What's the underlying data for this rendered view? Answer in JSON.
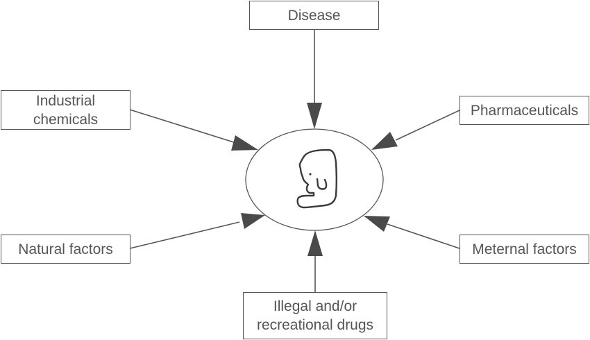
{
  "diagram": {
    "title": "Factors affecting the embryo",
    "center": {
      "label": "Embryo",
      "icon": "embryo-icon"
    },
    "colors": {
      "line": "#555555",
      "arrowhead": "#4a4a4a",
      "text": "#555555",
      "background": "#ffffff"
    },
    "nodes": [
      {
        "id": "disease",
        "lines": [
          "Disease"
        ]
      },
      {
        "id": "industrial-chemicals",
        "lines": [
          "Industrial",
          "chemicals"
        ]
      },
      {
        "id": "pharmaceuticals",
        "lines": [
          "Pharmaceuticals"
        ]
      },
      {
        "id": "natural-factors",
        "lines": [
          "Natural factors"
        ]
      },
      {
        "id": "meternal-factors",
        "lines": [
          "Meternal factors"
        ]
      },
      {
        "id": "illegal-recreational-drugs",
        "lines": [
          "Illegal and/or",
          "recreational drugs"
        ]
      }
    ],
    "edges": [
      {
        "from": "disease",
        "to": "embryo"
      },
      {
        "from": "industrial-chemicals",
        "to": "embryo"
      },
      {
        "from": "pharmaceuticals",
        "to": "embryo"
      },
      {
        "from": "natural-factors",
        "to": "embryo"
      },
      {
        "from": "meternal-factors",
        "to": "embryo"
      },
      {
        "from": "illegal-recreational-drugs",
        "to": "embryo"
      }
    ]
  }
}
